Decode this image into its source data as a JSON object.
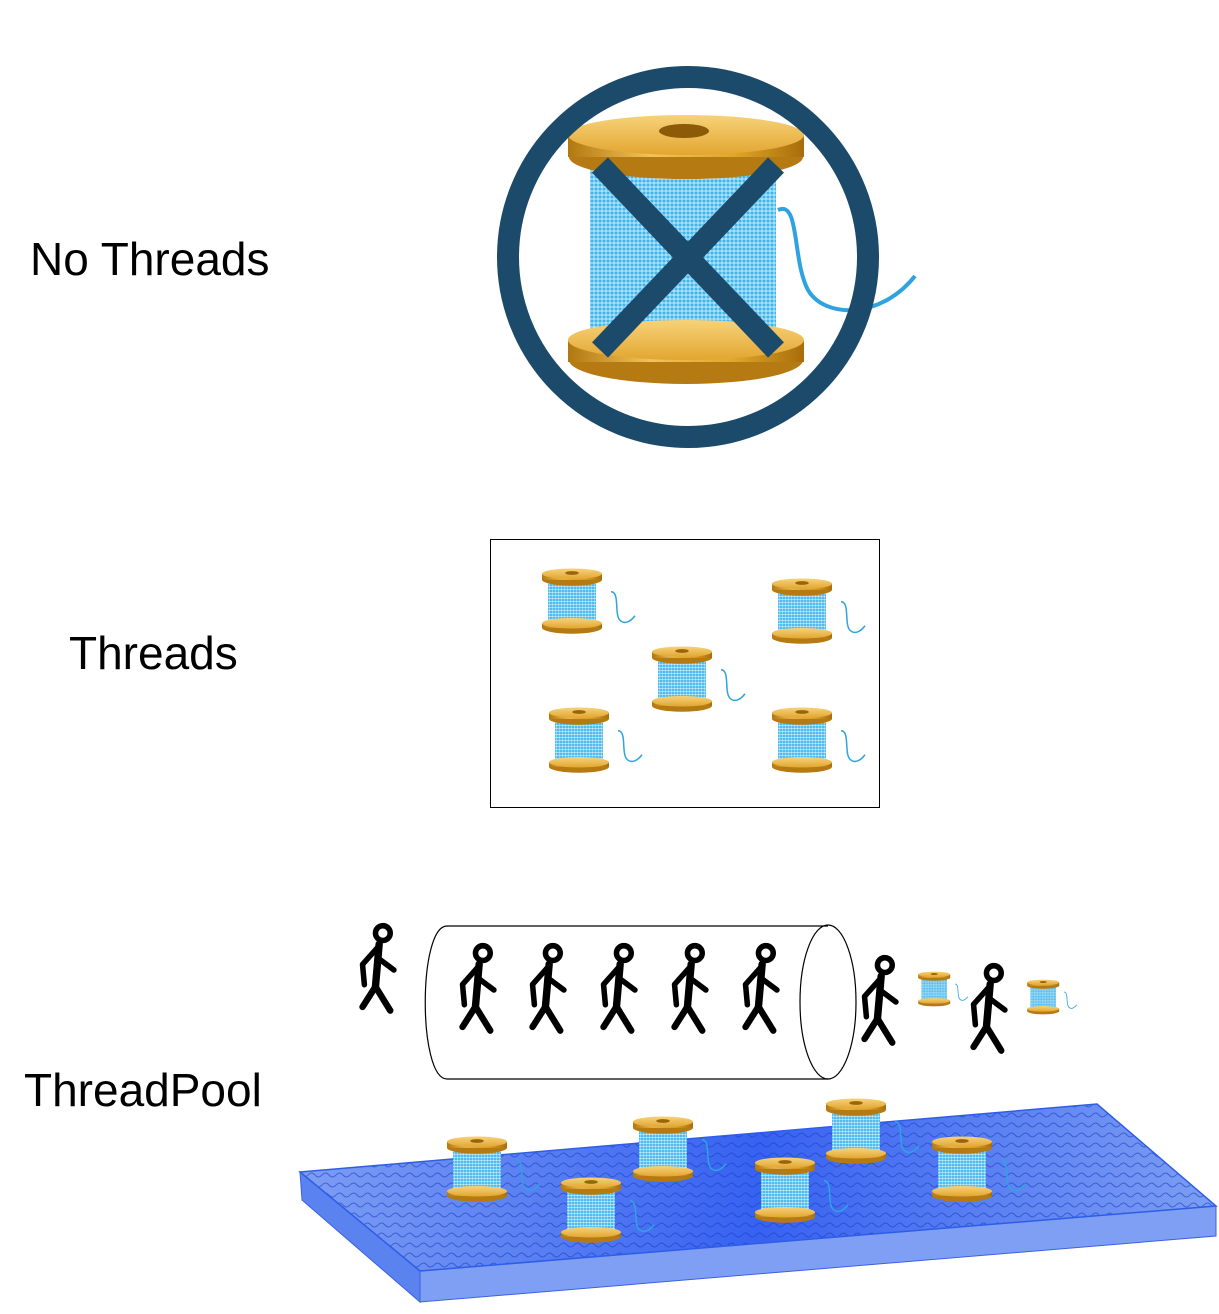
{
  "sections": {
    "no_threads": {
      "label": "No Threads",
      "icon": "no-spool-icon"
    },
    "threads": {
      "label": "Threads",
      "icon": "spool-icon",
      "spool_count": 5
    },
    "threadpool": {
      "label": "ThreadPool",
      "queued_walkers": 5,
      "outside_walkers": 3,
      "carrying_spools": 2,
      "pool_spools": 6
    }
  },
  "colors": {
    "spool_wood": "#e0a72a",
    "spool_thread": "#4fc0ee",
    "prohibit_ring": "#1b4a6b",
    "pool_fill": "#3d6ff0"
  }
}
